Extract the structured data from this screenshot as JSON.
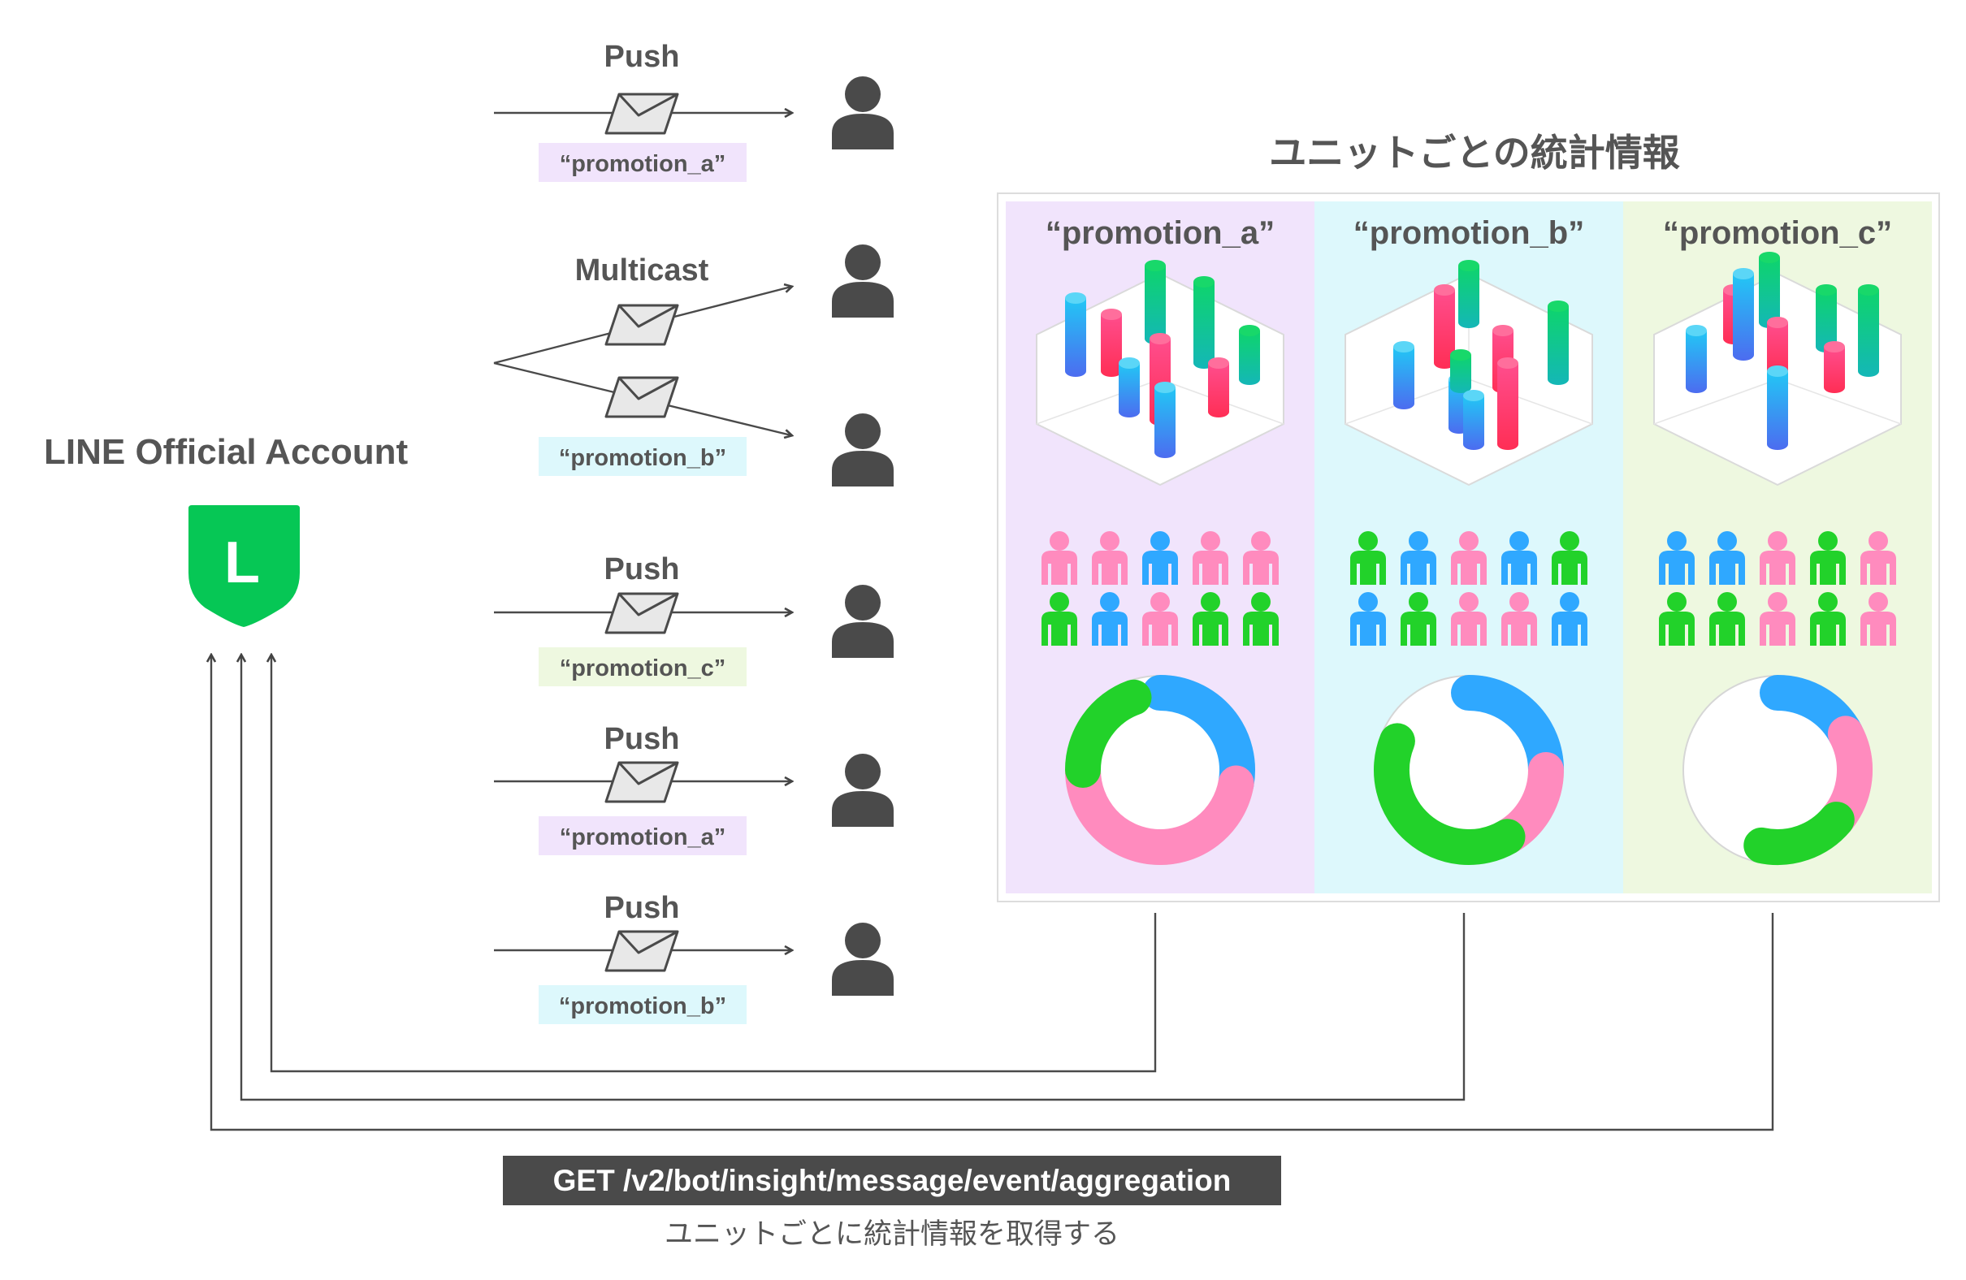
{
  "account": {
    "title": "LINE Official Account",
    "logo_letter": "L"
  },
  "stats_title": "ユニットごとの統計情報",
  "api": {
    "endpoint": "GET /v2/bot/insight/message/event/aggregation",
    "caption": "ユニットごとに統計情報を取得する"
  },
  "messages": [
    {
      "type": "Push",
      "unit": "“promotion_a”"
    },
    {
      "type": "Multicast",
      "unit": "“promotion_b”"
    },
    {
      "type": "Push",
      "unit": "“promotion_c”"
    },
    {
      "type": "Push",
      "unit": "“promotion_a”"
    },
    {
      "type": "Push",
      "unit": "“promotion_b”"
    }
  ],
  "units": [
    {
      "name": "“promotion_a”"
    },
    {
      "name": "“promotion_b”"
    },
    {
      "name": "“promotion_c”"
    }
  ],
  "colors": {
    "text": "#555555",
    "line_green": "#06C755",
    "tag_a": "#F1E4FC",
    "tag_b": "#DDF8FC",
    "tag_c": "#EEF8E0",
    "user": "#4A4A4A",
    "pink": "#FF8BBE",
    "blue": "#2FA8FF",
    "green": "#22D22A"
  },
  "icons": [
    "user-icon",
    "envelope-icon",
    "line-logo-icon",
    "bar-3d-chart-icon",
    "people-icon",
    "donut-chart-icon"
  ]
}
